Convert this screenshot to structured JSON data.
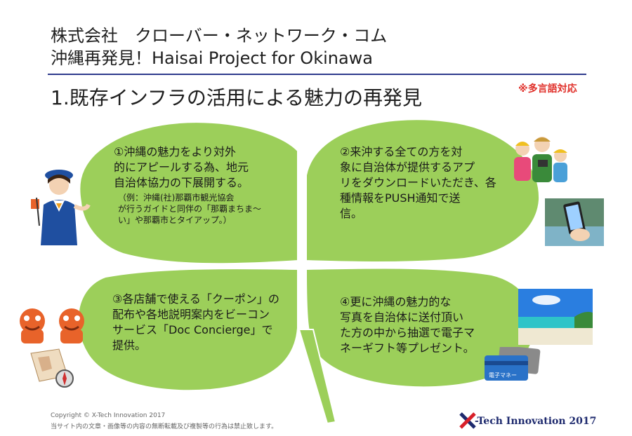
{
  "header": {
    "company": "株式会社　クローバー・ネットワーク・コム",
    "project": "沖縄再発見！Haisai Project for Okinawa"
  },
  "note": "※多言語対応",
  "heading": "1.既存インフラの活用による魅力の再発見",
  "leaves": {
    "top_left": {
      "lines": [
        "①沖縄の魅力をより対外",
        "的にアピールする為、地元",
        "自治体協力の下展開する。"
      ],
      "small_lines": [
        "（例：沖縄(社)那覇市観光協会",
        "が行うガイドと同伴の「那覇まちま～",
        "い」や那覇市とタイアップ。）"
      ]
    },
    "top_right": {
      "lines": [
        "②来沖する全ての方を対",
        "象に自治体が提供するアプ",
        "リをダウンロードいただき、各",
        "種情報をPUSH通知で送",
        "信。"
      ]
    },
    "bottom_left": {
      "lines": [
        "③各店舗で使える「クーポン」の",
        "配布や各地説明案内をビーコン",
        "サービス「Doc Concierge」で",
        "提供。"
      ]
    },
    "bottom_right": {
      "lines": [
        "④更に沖縄の魅力的な",
        "写真を自治体に送付頂い",
        "た方の中から抽選で電子マ",
        "ネーギフト等プレゼント。"
      ]
    }
  },
  "card_label": "電子マネー",
  "footer": {
    "copyright": "Copyright ©  X-Tech Innovation 2017",
    "notice": "当サイト内の文章・画像等の内容の無断転載及び複製等の行為は禁止致します。"
  },
  "brand": "-Tech Innovation 2017",
  "colors": {
    "leaf": "#9ccf5a",
    "rule": "#2e3a8c",
    "note": "#e0302a",
    "brand": "#1e2a6e"
  }
}
